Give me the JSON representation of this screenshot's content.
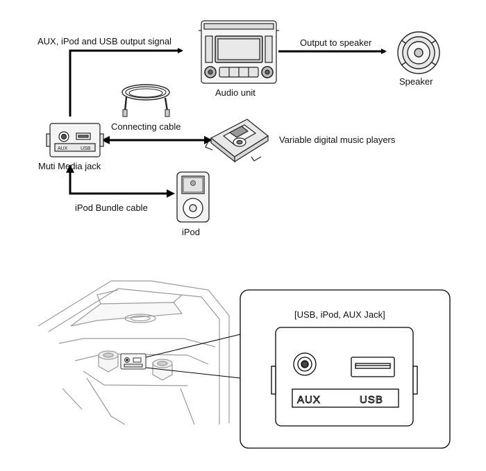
{
  "labels": {
    "aux_ipod_usb_signal": "AUX, iPod and USB output signal",
    "output_to_speaker": "Output to speaker",
    "audio_unit": "Audio unit",
    "speaker": "Speaker",
    "connecting_cable": "Connecting cable",
    "variable_players": "Variable digital music players",
    "multi_media_jack": "Muti Media jack",
    "ipod_bundle_cable": "iPod Bundle cable",
    "ipod": "iPod",
    "detail_title": "[USB, iPod, AUX Jack]"
  },
  "jack": {
    "aux": "AUX",
    "usb": "USB"
  }
}
